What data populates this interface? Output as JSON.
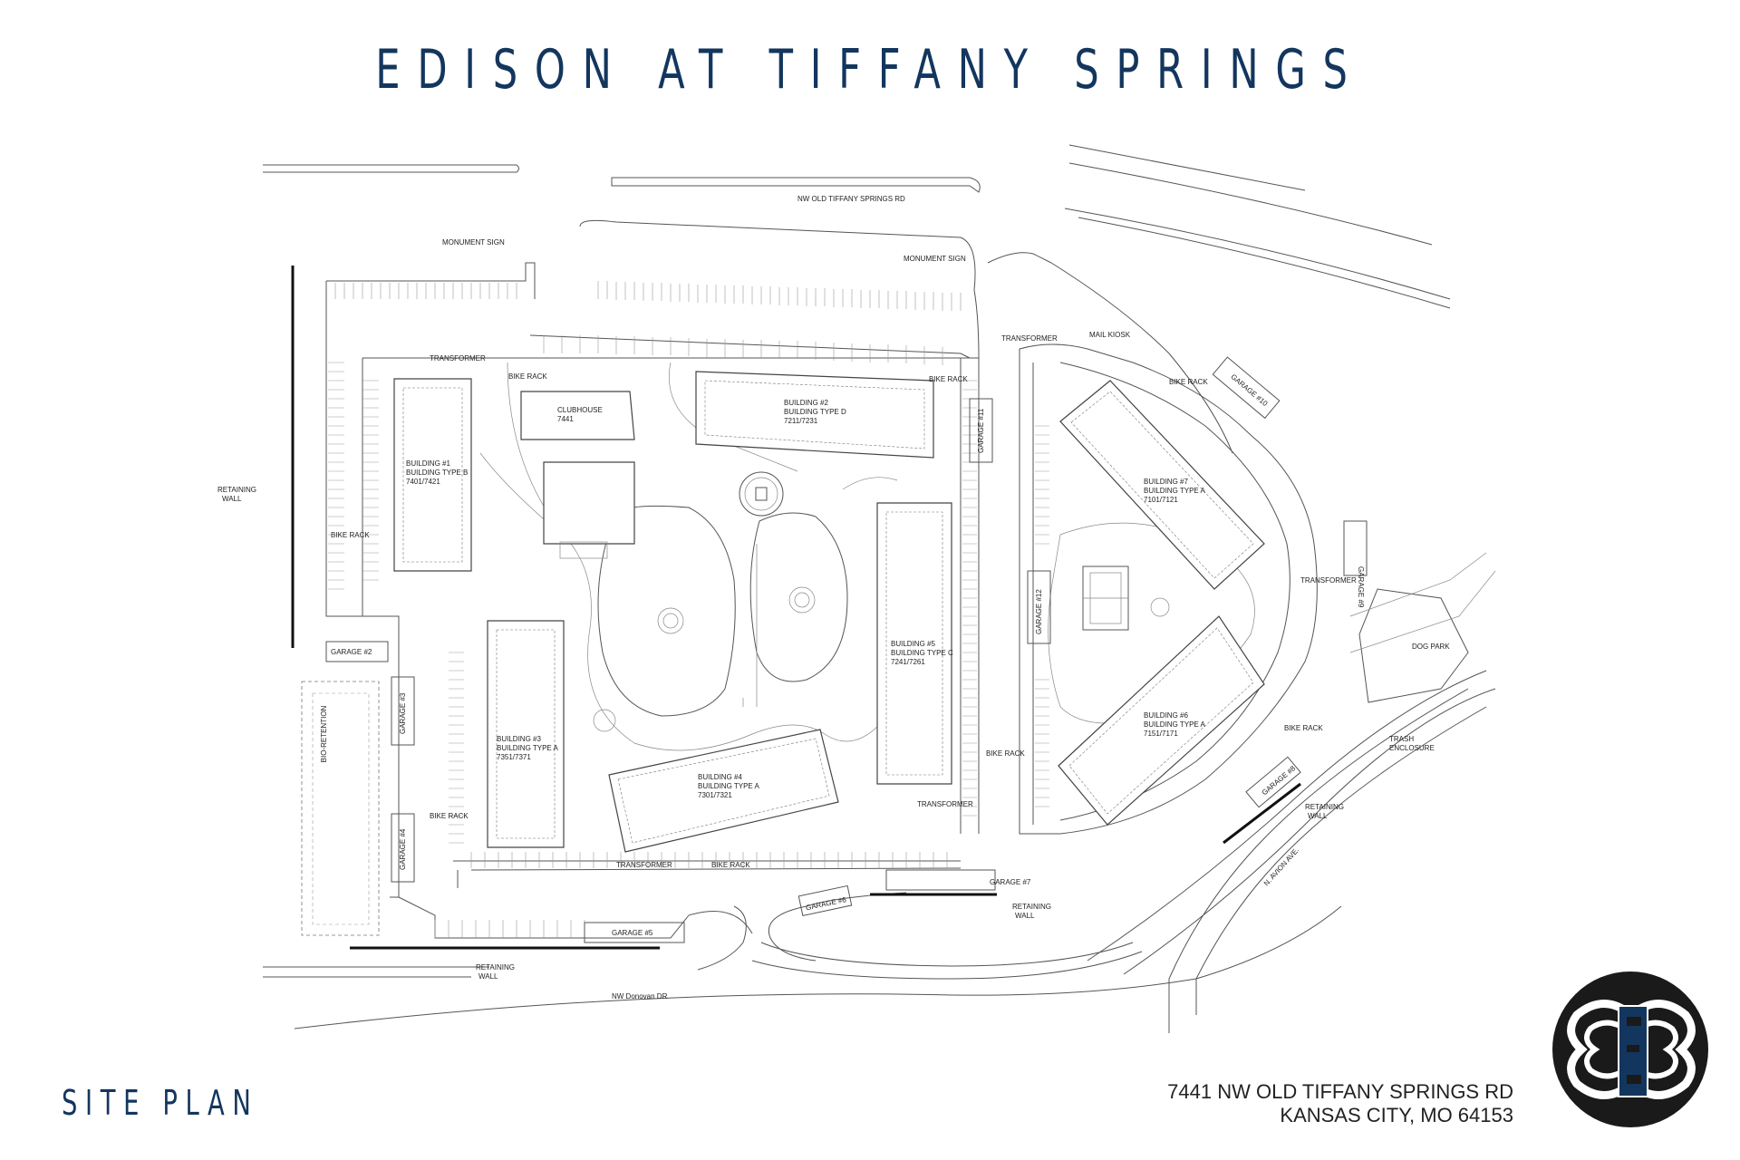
{
  "title": "EDISON AT TIFFANY SPRINGS",
  "footer": {
    "site_plan": "SITE PLAN",
    "address_line1": "7441 NW OLD TIFFANY SPRINGS RD",
    "address_line2": "KANSAS CITY, MO 64153"
  },
  "roads": {
    "north": "NW OLD TIFFANY SPRINGS RD",
    "south": "NW Donovan DR",
    "east": "N. AVION AVE."
  },
  "buildings": [
    {
      "name": "BUILDING #1",
      "type": "BUILDING TYPE B",
      "address": "7401/7421"
    },
    {
      "name": "BUILDING #2",
      "type": "BUILDING TYPE D",
      "address": "7211/7231"
    },
    {
      "name": "BUILDING #3",
      "type": "BUILDING TYPE A",
      "address": "7351/7371"
    },
    {
      "name": "BUILDING #4",
      "type": "BUILDING TYPE A",
      "address": "7301/7321"
    },
    {
      "name": "BUILDING #5",
      "type": "BUILDING TYPE C",
      "address": "7241/7261"
    },
    {
      "name": "BUILDING #6",
      "type": "BUILDING TYPE A",
      "address": "7151/7171"
    },
    {
      "name": "BUILDING #7",
      "type": "BUILDING TYPE A",
      "address": "7101/7121"
    }
  ],
  "clubhouse": {
    "name": "CLUBHOUSE",
    "address": "7441"
  },
  "garages": [
    "GARAGE #2",
    "GARAGE #3",
    "GARAGE #4",
    "GARAGE #5",
    "GARAGE #6",
    "GARAGE #7",
    "GARAGE #8",
    "GARAGE #9",
    "GARAGE #10",
    "GARAGE #11",
    "GARAGE #12"
  ],
  "labels": {
    "monument_sign": "MONUMENT SIGN",
    "transformer": "TRANSFORMER",
    "bike_rack": "BIKE RACK",
    "retaining": "RETAINING",
    "wall": "WALL",
    "mail_kiosk": "MAIL KIOSK",
    "dog_park": "DOG PARK",
    "trash": "TRASH",
    "enclosure": "ENCLOSURE",
    "bio_retention": "BIO-RETENTION"
  }
}
